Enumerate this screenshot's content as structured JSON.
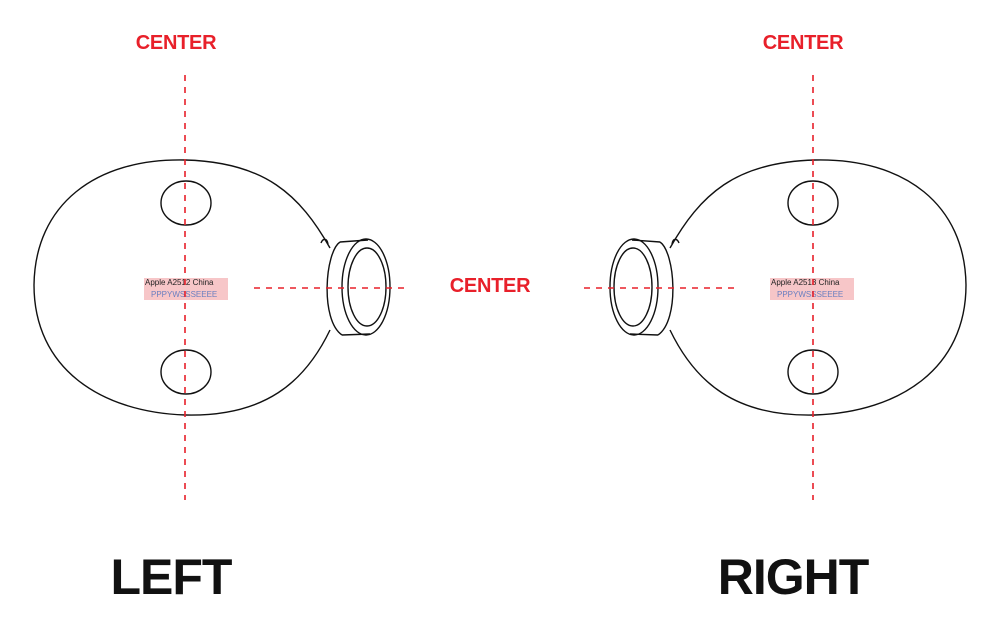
{
  "labels": {
    "center_top_left": "CENTER",
    "center_top_right": "CENTER",
    "center_middle": "CENTER",
    "left": "LEFT",
    "right": "RIGHT"
  },
  "left_earbud": {
    "model": "Apple A2512 China",
    "serial": "PPPYWSSSEEEE"
  },
  "right_earbud": {
    "model": "Apple A2513 China",
    "serial": "PPPYWSSSEEEE"
  },
  "colors": {
    "centerline": "#e8202a",
    "outline": "#111111",
    "label_highlight": "#f7c6c8",
    "serial_text": "#6a7fc0"
  }
}
